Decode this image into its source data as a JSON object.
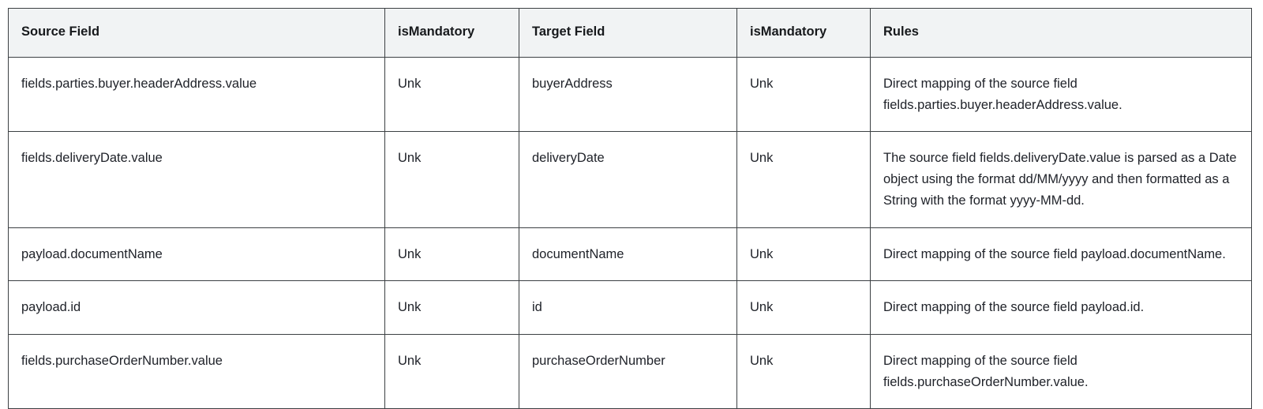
{
  "table": {
    "name": "field-mapping-table",
    "columns": [
      {
        "key": "source_field",
        "label": "Source Field"
      },
      {
        "key": "source_is_mandatory",
        "label": "isMandatory"
      },
      {
        "key": "target_field",
        "label": "Target Field"
      },
      {
        "key": "target_is_mandatory",
        "label": "isMandatory"
      },
      {
        "key": "rules",
        "label": "Rules"
      }
    ],
    "rows": [
      {
        "source_field": "fields.parties.buyer.headerAddress.value",
        "source_is_mandatory": "Unk",
        "target_field": "buyerAddress",
        "target_is_mandatory": "Unk",
        "rules": "Direct mapping of the source field fields.parties.buyer.headerAddress.value."
      },
      {
        "source_field": "fields.deliveryDate.value",
        "source_is_mandatory": "Unk",
        "target_field": "deliveryDate",
        "target_is_mandatory": "Unk",
        "rules": "The source field fields.deliveryDate.value is parsed as a Date object using the format dd/MM/yyyy and then formatted as a String with the format yyyy-MM-dd."
      },
      {
        "source_field": "payload.documentName",
        "source_is_mandatory": "Unk",
        "target_field": "documentName",
        "target_is_mandatory": "Unk",
        "rules": "Direct mapping of the source field payload.documentName."
      },
      {
        "source_field": "payload.id",
        "source_is_mandatory": "Unk",
        "target_field": "id",
        "target_is_mandatory": "Unk",
        "rules": "Direct mapping of the source field payload.id."
      },
      {
        "source_field": "fields.purchaseOrderNumber.value",
        "source_is_mandatory": "Unk",
        "target_field": "purchaseOrderNumber",
        "target_is_mandatory": "Unk",
        "rules": "Direct mapping of the source field fields.purchaseOrderNumber.value."
      }
    ]
  },
  "colors": {
    "header_background": "#f1f3f4",
    "border": "#3c4043",
    "text": "#20232a",
    "page_background": "#ffffff"
  }
}
